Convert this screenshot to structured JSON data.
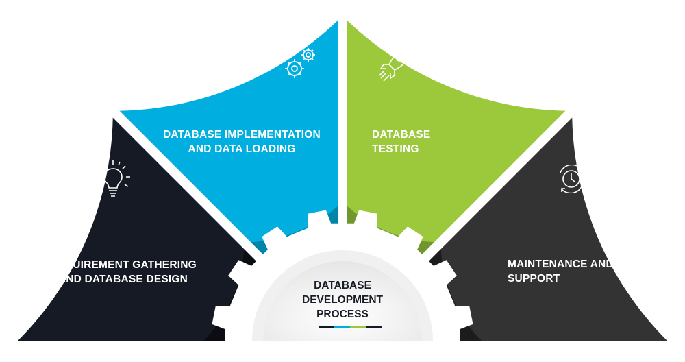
{
  "center": {
    "title_lines": [
      "DATABASE",
      "DEVELOPMENT",
      "PROCESS"
    ]
  },
  "segments": [
    {
      "id": "requirements",
      "lines": [
        "REQUIREMENT GATHERING",
        "AND DATABASE DESIGN"
      ],
      "icon": "lightbulb-icon",
      "color": "#161a24",
      "ring_color": "#0b0d12"
    },
    {
      "id": "implementation",
      "lines": [
        "DATABASE IMPLEMENTATION",
        "AND DATA LOADING"
      ],
      "icon": "gears-icon",
      "color": "#00aee0",
      "ring_color": "#0085a9"
    },
    {
      "id": "testing",
      "lines": [
        "DATABASE",
        "TESTING"
      ],
      "icon": "rocket-icon",
      "color": "#9cc83c",
      "ring_color": "#71962e"
    },
    {
      "id": "maintenance",
      "lines": [
        "MAINTENANCE AND",
        "SUPPORT"
      ],
      "icon": "clock-cycle-icon",
      "color": "#333333",
      "ring_color": "#1c1c1c"
    }
  ],
  "divider_colors": [
    "#161a24",
    "#00aee0",
    "#9cc83c",
    "#161a24"
  ]
}
